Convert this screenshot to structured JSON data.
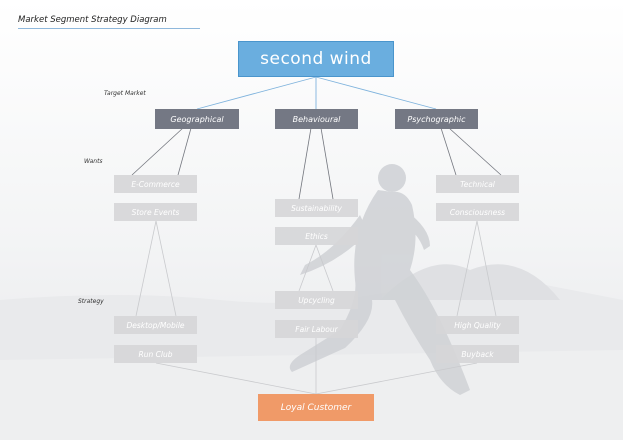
{
  "title": "Market Segment Strategy Diagram",
  "logo": {
    "text": "second wind"
  },
  "row_labels": {
    "target_market": "Target Market",
    "wants": "Wants",
    "strategy": "Strategy"
  },
  "categories": [
    "Geographical",
    "Behavioural",
    "Psychographic"
  ],
  "geographical": {
    "wants": [
      "E-Commerce",
      "Store Events"
    ],
    "strategy": [
      "Desktop/Mobile",
      "Run Club"
    ]
  },
  "behavioural": {
    "wants": [
      "Sustainability",
      "Ethics"
    ],
    "strategy": [
      "Upcycling",
      "Fair Labour"
    ]
  },
  "psychographic": {
    "wants": [
      "Technical",
      "Consciousness"
    ],
    "strategy": [
      "High Quality",
      "Buyback"
    ]
  },
  "goal": "Loyal Customer",
  "colors": {
    "logo": "#6aaedf",
    "category_box": "#747884",
    "sub_box": "#d6d6d8",
    "goal_box": "#f09a68",
    "title_rule": "#8fb8dc",
    "connector_top": "#7fb3dd"
  }
}
